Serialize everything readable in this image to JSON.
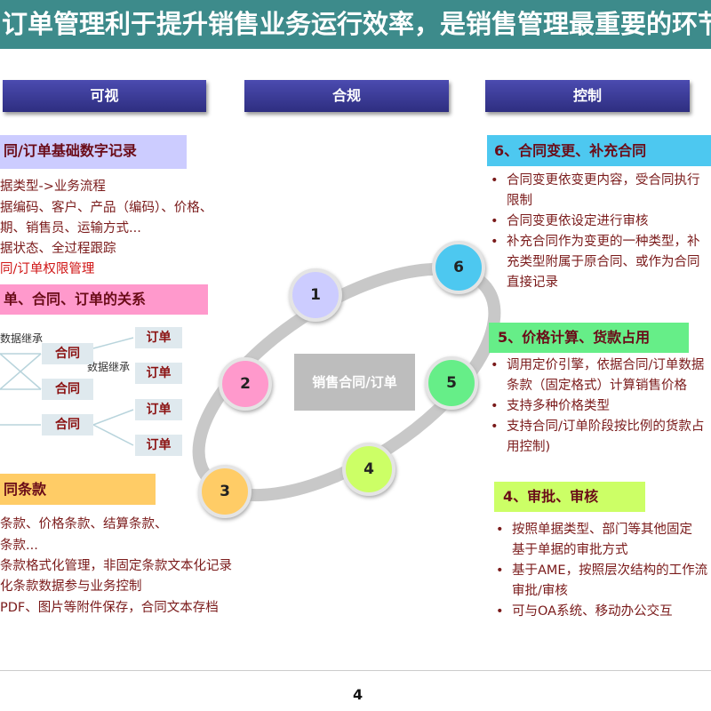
{
  "title": "订单管理利于提升销售业务运行效率，是销售管理最重要的环节",
  "pillars": [
    "可视",
    "合规",
    "控制"
  ],
  "left": {
    "s1": {
      "header": "同/订单基础数字记录",
      "lines": [
        "据类型->业务流程",
        "据编码、客户、产品（编码）、价格、",
        "期、销售员、运输方式...",
        "据状态、全过程跟踪",
        "同/订单权限管理"
      ]
    },
    "s2": {
      "header": "单、合同、订单的关系",
      "inherit_label": "数据继承",
      "contract": "合同",
      "order": "订单"
    },
    "s3": {
      "header": "同条款",
      "lines": [
        "条款、价格条款、结算条款、",
        "条款...",
        "条款格式化管理，非固定条款文本化记录",
        "化条款数据参与业务控制",
        "PDF、图片等附件保存，合同文本存档"
      ]
    }
  },
  "center": {
    "label": "销售合同/订单",
    "steps": [
      "1",
      "2",
      "3",
      "4",
      "5",
      "6"
    ],
    "colors": [
      "#ccccff",
      "#ff99cc",
      "#ffcc66",
      "#ccff66",
      "#66ee88",
      "#4dc8f0"
    ]
  },
  "right": {
    "s6": {
      "header": "6、合同变更、补充合同",
      "lines": [
        "合同变更依变更内容，受合同执行",
        "限制",
        "合同变更依设定进行审核",
        "补充合同作为变更的一种类型，补",
        "充类型附属于原合同、或作为合同",
        "直接记录"
      ]
    },
    "s5": {
      "header": "5、价格计算、货款占用",
      "lines": [
        "调用定价引擎，依据合同/订单数据",
        "条款（固定格式）计算销售价格",
        "支持多种价格类型",
        "支持合同/订单阶段按比例的货款占",
        "用控制)"
      ]
    },
    "s4": {
      "header": "4、审批、审核",
      "lines": [
        "按照单据类型、部门等其他固定",
        "基于单据的审批方式",
        "基于AME，按照层次结构的工作流",
        "审批/审核",
        "可与OA系统、移动办公交互"
      ]
    }
  },
  "page_number": "4"
}
